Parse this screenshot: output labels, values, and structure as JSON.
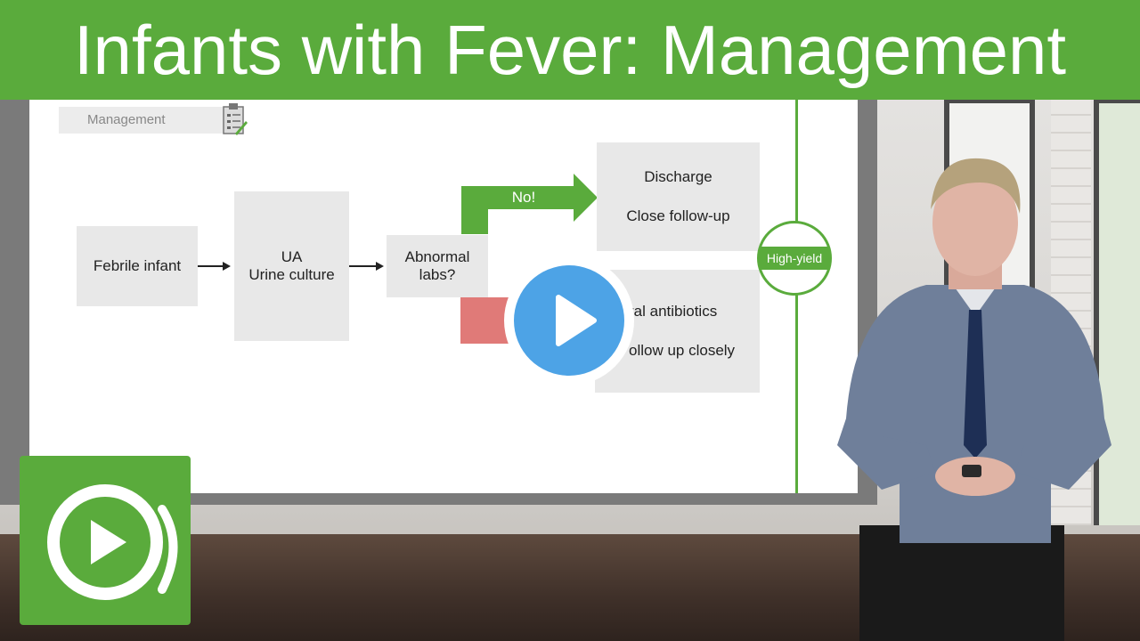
{
  "title": "Infants with Fever: Management",
  "slide": {
    "section_tag": "Management",
    "nodes": {
      "febrile": "Febrile infant",
      "ua_line1": "UA",
      "ua_line2": "Urine culture",
      "abnormal_line1": "Abnormal",
      "abnormal_line2": "labs?",
      "discharge_line1": "Discharge",
      "discharge_line2": "Close follow-up",
      "treat_line1": "ral antibiotics",
      "treat_line2": "ollow up closely"
    },
    "no_label": "No!",
    "badge": "High-yield"
  },
  "colors": {
    "brand_green": "#5aab3c",
    "no_red": "#e07a78",
    "play_blue": "#4da3e6"
  },
  "icons": [
    "clipboard-icon",
    "play-icon",
    "brand-logo-icon"
  ]
}
